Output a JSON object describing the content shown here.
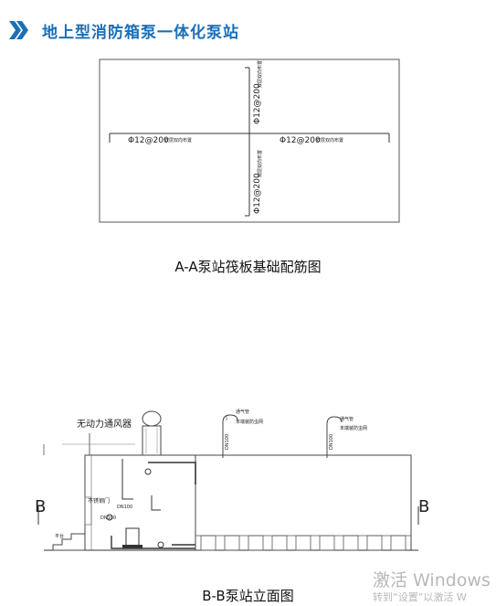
{
  "header": {
    "title": "地上型消防箱泵一体化泵站"
  },
  "plan": {
    "caption": "A-A泵站筏板基础配筋图",
    "rebar_v_top": "Φ12@200",
    "rebar_v_top_note": "双层双向布置",
    "rebar_v_bottom": "Φ12@200",
    "rebar_v_bottom_note": "双层双向布置",
    "rebar_h_left": "Φ12@200",
    "rebar_h_left_note": "双层双向布置",
    "rebar_h_right": "Φ12@200",
    "rebar_h_right_note": "双层双向布置"
  },
  "elevation": {
    "caption": "B-B泵站立面图",
    "fan_label": "无动力通风器",
    "section_mark_left": "B",
    "section_mark_right": "B",
    "vent_pipe_1": "通气管",
    "vent_pipe_1_note": "末端装防虫网",
    "vent_pipe_2": "通气管",
    "vent_pipe_2_note": "末端装防虫网",
    "dn_left": "DN100",
    "dn_right": "DN100",
    "steel_door_label": "不锈钢门",
    "dn_pipe_a": "DN100",
    "dn_pipe_b": "DN100",
    "platform_label": "平台"
  },
  "watermark": {
    "line1": "激活 Windows",
    "line2": "转到“设置”以激活 W"
  }
}
